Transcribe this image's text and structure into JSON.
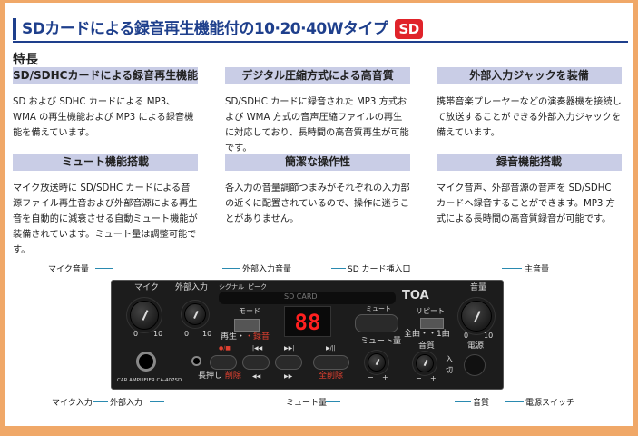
{
  "header": {
    "title": "SDカードによる録音再生機能付の10·20·40Wタイプ",
    "badge": "SD"
  },
  "section_title": "特長",
  "features": [
    {
      "heading": "SD/SDHCカードによる録音再生機能",
      "body": "SD および SDHC カードによる MP3、WMA の再生機能および MP3 による録音機能を備えています。"
    },
    {
      "heading": "デジタル圧縮方式による高音質",
      "body": "SD/SDHC カードに録音された MP3 方式および WMA 方式の音声圧縮ファイルの再生に対応しており、長時間の高音質再生が可能です。"
    },
    {
      "heading": "外部入力ジャックを装備",
      "body": "携帯音楽プレーヤーなどの演奏器機を接続して放送することができる外部入力ジャックを備えています。"
    },
    {
      "heading": "ミュート機能搭載",
      "body": "マイク放送時に SD/SDHC カードによる音源ファイル再生音および外部音源による再生音を自動的に減衰させる自動ミュート機能が装備されています。ミュート量は調整可能です。"
    },
    {
      "heading": "簡潔な操作性",
      "body": "各入力の音量調節つまみがそれぞれの入力部の近くに配置されているので、操作に迷うことがありません。"
    },
    {
      "heading": "録音機能搭載",
      "body": "マイク音声、外部音源の音声を SD/SDHC カードへ録音することができます。MP3 方式による長時間の高音質録音が可能です。"
    }
  ],
  "callouts": {
    "mic_volume": "マイク音量",
    "ext_volume": "外部入力音量",
    "sd_slot": "SD カード挿入口",
    "main_volume": "主音量",
    "mic_input": "マイク入力",
    "ext_input": "外部入力",
    "mute_level": "ミュート量",
    "tone": "音質",
    "power_switch": "電源スイッチ"
  },
  "panel": {
    "mic": "マイク",
    "ext": "外部入力",
    "signal": "シグナル",
    "peak": "ピーク",
    "sd_card": "SD CARD",
    "brand": "TOA",
    "mode": "モード",
    "play": "再生・",
    "rec": "・録音",
    "display": "88",
    "mute": "ミュート",
    "repeat": "リピート",
    "repeat_opts": "全曲・・1曲",
    "volume": "音量",
    "mute_level": "ミュート量",
    "tone": "音質",
    "power": "電源",
    "on": "入",
    "off": "切",
    "model": "CAR AMPLIFIER CA-407SD",
    "long_press": "長押し",
    "delete": "削除",
    "delete_all": "全削除",
    "rec_stop": "●/■",
    "prev": "|◀◀",
    "next": "▶▶|",
    "play_pause": "▶/||",
    "rew": "◀◀",
    "ff": "▶▶",
    "scale_min": "0",
    "scale_max": "10",
    "minus": "−",
    "plus": "+"
  },
  "colors": {
    "accent": "#1e3f8c",
    "badge": "#e0232a",
    "heading_bg": "#c9cde6",
    "frame": "#f0a868",
    "display": "#ff2020"
  }
}
